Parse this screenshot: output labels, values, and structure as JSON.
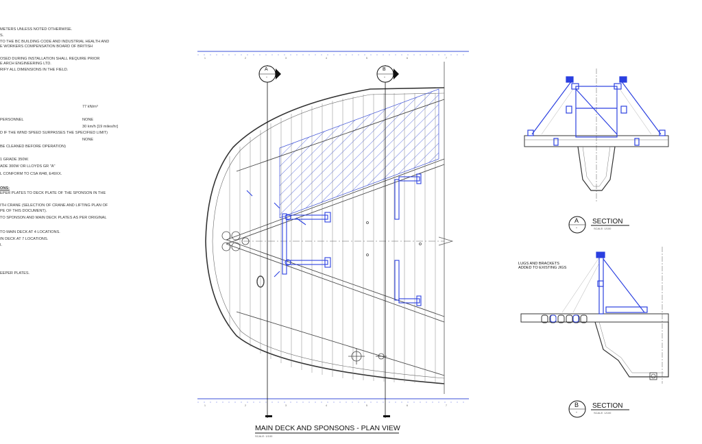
{
  "notes": {
    "lines": [
      "METERS UNLESS NOTED OTHERWISE.",
      "S.",
      "TO THE BC BUILDING CODE AND INDUSTRIAL HEALTH AND",
      "E WORKERS COMPENSATION BOARD OF BRITISH",
      "OSED DURING INSTALLATION SHALL REQUIRE PRIOR",
      "E ARCH ENGINEERING LTD.",
      "RIFY ALL DIMENSIONS IN THE FIELD.",
      "PERSONNEL",
      "D IF THE WIND SPEED SURPASSES THE SPECIFIED LIMIT)",
      "BE CLEANED BEFORE OPERATION)",
      "1 GRADE 350W.",
      "ADE 300W OR LLOYDS GR \"A\"",
      "L CONFORM TO CSA W48, E49XX.",
      "ONS:",
      "EPER PLATES TO DECK PLATE OF THE SPONSON IN THE",
      "ITH CRANE (SELECTION OF CRANE AND LIFTING PLAN OF",
      "PE OF THIS DOCUMENT).",
      "TO SPONSON AND MAIN DECK PLATES AS PER ORIGINAL",
      "TO MAIN DECK AT 4 LOCATIONS.",
      "IN DECK AT 7 LOCATIONS.",
      "I.",
      "EEPER PLATES."
    ],
    "values": {
      "density": "77 kN/m³",
      "personnel": "NONE",
      "wind": "30 km/h [19 miles/hr]",
      "other": "NONE"
    }
  },
  "plan": {
    "title": "MAIN DECK AND SPONSONS - PLAN VIEW",
    "scale": "SCALE: 1/100",
    "marker_a": "A",
    "marker_b": "B",
    "marker_dash": "-"
  },
  "section_a": {
    "letter": "A",
    "dash": "-",
    "title": "SECTION",
    "scale": "SCALE: 1/100"
  },
  "section_b": {
    "letter": "B",
    "dash": "-",
    "title": "SECTION",
    "scale": "SCALE: 1/100",
    "annotation_line1": "LUGS AND BRACKETS",
    "annotation_line2": "ADDED TO EXISTING JIGS"
  },
  "colors": {
    "ink": "#222222",
    "grid_blue": "#3a4fd8",
    "steel_blue": "#2a3fe0"
  }
}
